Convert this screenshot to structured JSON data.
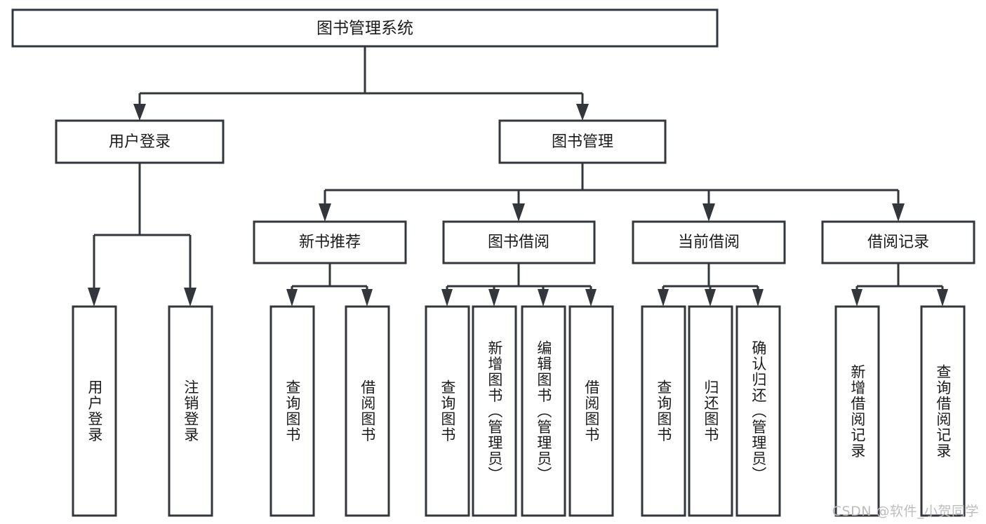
{
  "diagram": {
    "type": "tree",
    "title": "图书管理系统",
    "watermark": "CSDN @软件_小贺同学",
    "colors": {
      "stroke": "#33363b",
      "box_fill": "#ffffff",
      "text": "#1b1b1b",
      "watermark": "#bdbdbd",
      "background": "#ffffff"
    },
    "root": {
      "label": "图书管理系统"
    },
    "level2": [
      {
        "id": "user-login",
        "label": "用户登录"
      },
      {
        "id": "book-manage",
        "label": "图书管理"
      }
    ],
    "level3": [
      {
        "id": "new-book-recommend",
        "label": "新书推荐",
        "parent": "book-manage"
      },
      {
        "id": "book-borrow",
        "label": "图书借阅",
        "parent": "book-manage"
      },
      {
        "id": "current-borrow",
        "label": "当前借阅",
        "parent": "book-manage"
      },
      {
        "id": "borrow-record",
        "label": "借阅记录",
        "parent": "book-manage"
      }
    ],
    "leaves": {
      "user-login": [
        {
          "id": "leaf-user-login",
          "label": "用户登录"
        },
        {
          "id": "leaf-logout-login",
          "label": "注销登录"
        }
      ],
      "new-book-recommend": [
        {
          "id": "leaf-query-book-1",
          "label": "查询图书"
        },
        {
          "id": "leaf-borrow-book-1",
          "label": "借阅图书"
        }
      ],
      "book-borrow": [
        {
          "id": "leaf-query-book-2",
          "label": "查询图书"
        },
        {
          "id": "leaf-add-book",
          "label": "新增图书（管理员）"
        },
        {
          "id": "leaf-edit-book",
          "label": "编辑图书（管理员）"
        },
        {
          "id": "leaf-borrow-book-2",
          "label": "借阅图书"
        }
      ],
      "current-borrow": [
        {
          "id": "leaf-query-book-3",
          "label": "查询图书"
        },
        {
          "id": "leaf-return-book",
          "label": "归还图书"
        },
        {
          "id": "leaf-confirm-return",
          "label": "确认归还（管理员）"
        }
      ],
      "borrow-record": [
        {
          "id": "leaf-add-record",
          "label": "新增借阅记录"
        },
        {
          "id": "leaf-query-record",
          "label": "查询借阅记录"
        }
      ]
    }
  }
}
